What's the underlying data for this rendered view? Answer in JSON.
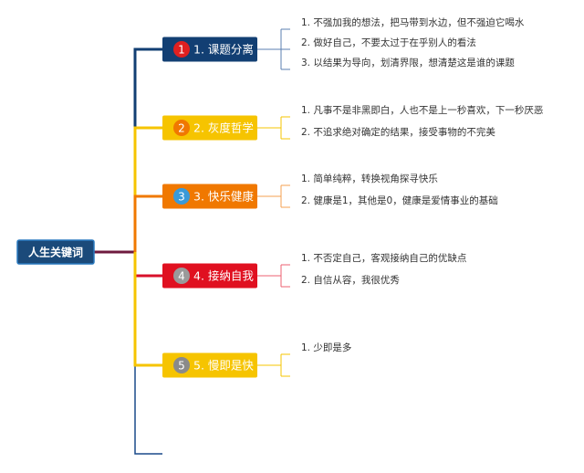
{
  "root": {
    "label": "人生关键词"
  },
  "colors": {
    "root_fill": "#1b4a7a",
    "root_border": "#2a7ac0",
    "root_text": "#ffffff",
    "branch_text": "#ffffff",
    "leaf_text": "#333333",
    "trunk": "#6e1a3e"
  },
  "branches": [
    {
      "label": "1. 课题分离",
      "number": "1",
      "fill": "#123f73",
      "badge": "#e02020",
      "line": "#123f73",
      "leaf_line": "#5b7fb0",
      "leaves": [
        "1. 不强加我的想法，把马带到水边，但不强迫它喝水",
        "2. 做好自己，不要太过于在乎别人的看法",
        "3. 以结果为导向，划清界限，想清楚这是谁的课题"
      ]
    },
    {
      "label": "2. 灰度哲学",
      "number": "2",
      "fill": "#f6c400",
      "badge": "#f07800",
      "line": "#f6c400",
      "leaf_line": "#f6c400",
      "leaves": [
        "1. 凡事不是非黑即白，人也不是上一秒喜欢，下一秒厌恶",
        "2. 不追求绝对确定的结果，接受事物的不完美"
      ]
    },
    {
      "label": "3. 快乐健康",
      "number": "3",
      "fill": "#f07800",
      "badge": "#3a9ad8",
      "line": "#f07800",
      "leaf_line": "#f4a050",
      "leaves": [
        "1. 简单纯粹，转换视角探寻快乐",
        "2. 健康是1，其他是0，健康是爱情事业的基础"
      ]
    },
    {
      "label": "4. 接纳自我",
      "number": "4",
      "fill": "#e01020",
      "badge": "#9a9a9a",
      "line": "#d8102a",
      "leaf_line": "#ee6070",
      "leaves": [
        "1. 不否定自己，客观接纳自己的优缺点",
        "2. 自信从容，我很优秀"
      ]
    },
    {
      "label": "5. 慢即是快",
      "number": "5",
      "fill": "#f6c400",
      "badge": "#8a8a8a",
      "line": "#f6c400",
      "leaf_line": "#f6c400",
      "leaves": [
        "1. 少即是多"
      ]
    }
  ]
}
